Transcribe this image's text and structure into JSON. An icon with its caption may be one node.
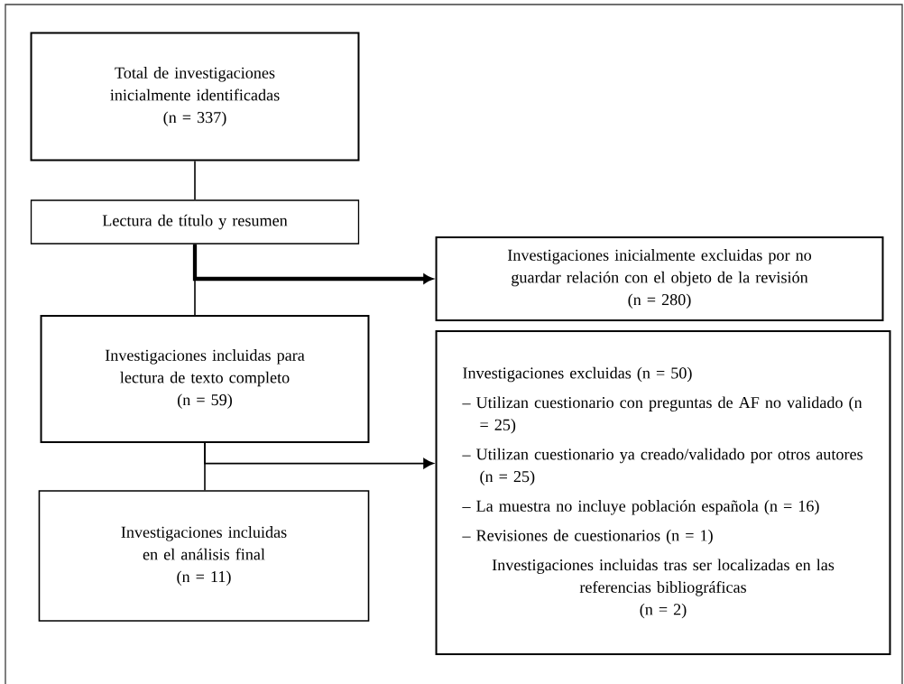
{
  "diagram": {
    "nodes": [
      {
        "text": [
          "Total de investigaciones inicialmente identificadas",
          "(n = 337)"
        ]
      },
      {
        "text": [
          "Lectura de título y resumen"
        ]
      },
      {
        "text": [
          "Investigaciones inicialmente excluidas por no guardar relación con el objeto de la revisión",
          "(n = 280)"
        ]
      },
      {
        "text": [
          "Investigaciones incluidas para lectura de texto completo",
          "(n = 59)"
        ]
      },
      {
        "text": [
          "Investigaciones excluidas (n = 50)",
          "– Utilizan cuestionario con preguntas de AF no validado (n = 25)",
          "– Utilizan cuestionario ya creado/validado por otros autores (n = 25)",
          "– La muestra no incluye población española (n = 16)",
          "– Revisiones de cuestionarios (n = 1)",
          "Investigaciones incluidas tras ser localizadas en las referencias bibliográficas",
          "(n = 2)"
        ]
      },
      {
        "text": [
          "Investigaciones incluidas en el análisis final",
          "(n = 11)"
        ]
      }
    ],
    "edges": [
      {
        "from": 0,
        "to": 1,
        "arrow": "none"
      },
      {
        "from": 1,
        "to": 3,
        "arrow": "none"
      },
      {
        "from": 1,
        "to": 2,
        "arrow": "to",
        "style": "thick"
      },
      {
        "from": 3,
        "to": 5,
        "arrow": "none"
      },
      {
        "from": 3,
        "to": 4,
        "arrow": "to"
      }
    ]
  }
}
